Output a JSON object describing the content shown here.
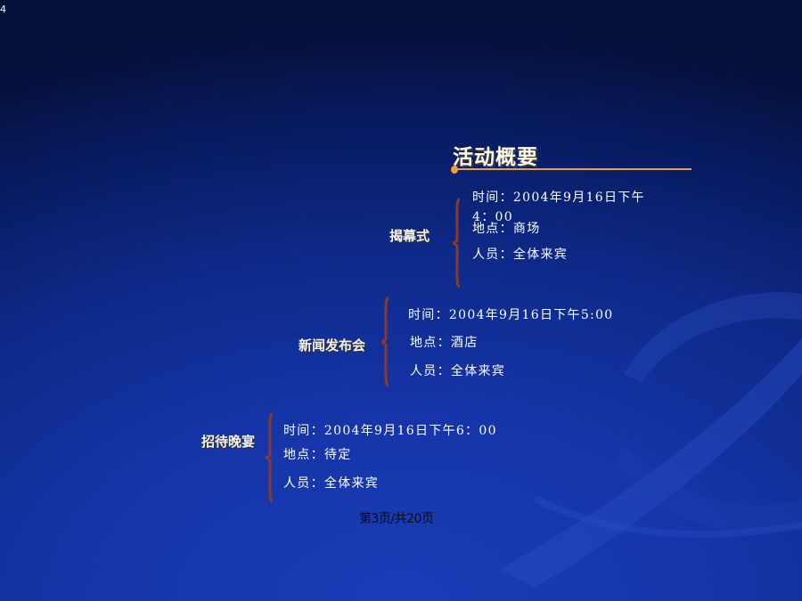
{
  "slide_number": "4",
  "title": "活动概要",
  "events": [
    {
      "name": "揭幕式",
      "time": "时间：2004年9月16日下午4：00",
      "place": "地点：商场",
      "people": "人员：全体来宾"
    },
    {
      "name": "新闻发布会",
      "time": "时间：2004年9月16日下午5:00",
      "place": "地点：酒店",
      "people": "人员：全体来宾"
    },
    {
      "name": "招待晚宴",
      "time": "时间：2004年9月16日下午6：00",
      "place": "地点：待定",
      "people": "人员：全体来宾"
    }
  ],
  "footer": "第3页/共20页",
  "colors": {
    "accent": "#e8a23a",
    "brace": "#8b3a2a"
  }
}
